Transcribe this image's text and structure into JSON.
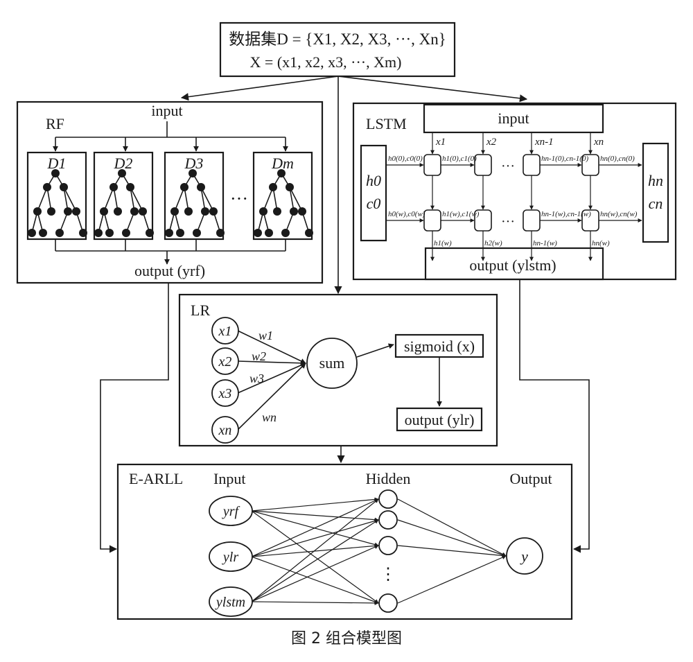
{
  "header": {
    "dataset_line": "数据集D = {X1, X2, X3, ···, Xn}",
    "vector_line": "X = (x1, x2, x3, ···, Xm)"
  },
  "rf": {
    "title": "RF",
    "input": "input",
    "trees": [
      "D1",
      "D2",
      "D3",
      "Dm"
    ],
    "ellipsis": "···",
    "output": "output (yrf)"
  },
  "lstm": {
    "title": "LSTM",
    "input": "input",
    "inputs": [
      "x1",
      "x2",
      "xn-1",
      "xn"
    ],
    "left_state": [
      "h0",
      "c0"
    ],
    "right_state": [
      "hn",
      "cn"
    ],
    "row1_labels": [
      "h0(0),c0(0)",
      "h1(0),c1(0)",
      "hn-1(0),cn-1(0)",
      "hn(0),cn(0)"
    ],
    "row2_labels": [
      "h0(w),c0(w)",
      "h1(w),c1(w)",
      "hn-1(w),cn-1(w)",
      "hn(w),cn(w)"
    ],
    "out_labels": [
      "h1(w)",
      "h2(w)",
      "hn-1(w)",
      "hn(w)"
    ],
    "ellipsis": "···",
    "output": "output (ylstm)"
  },
  "lr": {
    "title": "LR",
    "inputs": [
      "x1",
      "x2",
      "x3",
      "xn"
    ],
    "weights": [
      "w1",
      "w2",
      "w3",
      "wn"
    ],
    "sum": "sum",
    "sigmoid": "sigmoid (x)",
    "output": "output (ylr)"
  },
  "earll": {
    "title": "E-ARLL",
    "input_header": "Input",
    "hidden_header": "Hidden",
    "output_header": "Output",
    "inputs": [
      "yrf",
      "ylr",
      "ylstm"
    ],
    "output": "y",
    "ellipsis": "⋮"
  },
  "caption": "图 2   组合模型图"
}
